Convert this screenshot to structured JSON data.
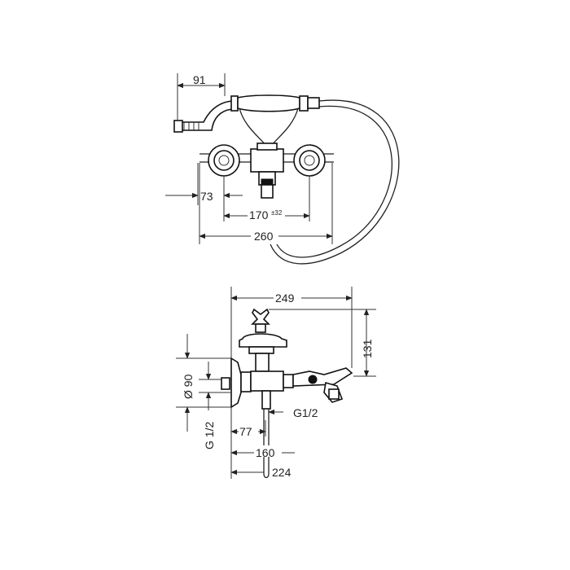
{
  "top_view": {
    "dim_handshower_depth": "91",
    "dim_spout_offset": "73",
    "dim_centres": "170",
    "dim_centres_tolerance": "±32",
    "dim_overall_width": "260"
  },
  "side_view": {
    "dim_projection": "249",
    "dim_height": "131",
    "dim_escutcheon_diameter": "Ø 90",
    "dim_inlet_thread": "G 1/2",
    "dim_outlet_thread": "G1/2",
    "dim_inlet_offset": "77",
    "dim_spout_reach": "160",
    "dim_overall_reach": "224"
  }
}
